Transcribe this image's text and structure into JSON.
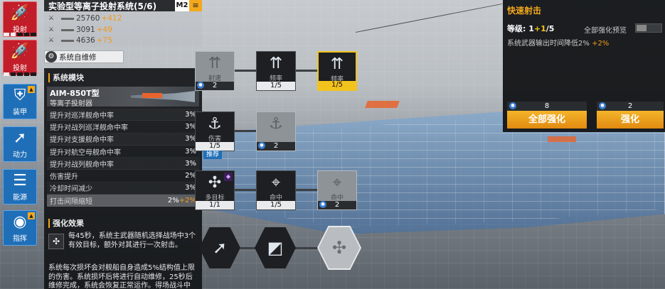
{
  "nav": {
    "items": [
      {
        "label": "投射",
        "icon": "missile-icon",
        "active": true
      },
      {
        "label": "投射",
        "icon": "missile-icon",
        "active": false
      },
      {
        "label": "装甲",
        "icon": "armor-icon",
        "active": false
      },
      {
        "label": "动力",
        "icon": "engine-icon",
        "active": false
      },
      {
        "label": "能源",
        "icon": "energy-icon",
        "active": false
      },
      {
        "label": "指挥",
        "icon": "command-icon",
        "active": false
      }
    ]
  },
  "header": {
    "title": "实验型等离子投射系统(5/6)",
    "badge": "M2"
  },
  "stats": [
    {
      "value": "25760",
      "plus": "+412"
    },
    {
      "value": "3091",
      "plus": "+49"
    },
    {
      "value": "4636",
      "plus": "+75"
    }
  ],
  "self_repair": {
    "label": "系统自维修"
  },
  "module": {
    "section_title": "系统模块",
    "name": "AIM-850T型",
    "subtitle": "等离子投射器",
    "rows": [
      {
        "label": "提升对巡洋舰命中率",
        "value": "3%",
        "plus": ""
      },
      {
        "label": "提升对战列巡洋舰命中率",
        "value": "3%",
        "plus": ""
      },
      {
        "label": "提升对支援舰命中率",
        "value": "3%",
        "plus": ""
      },
      {
        "label": "提升对航空母舰命中率",
        "value": "3%",
        "plus": ""
      },
      {
        "label": "提升对战列舰命中率",
        "value": "3%",
        "plus": ""
      },
      {
        "label": "伤害提升",
        "value": "2%",
        "plus": ""
      },
      {
        "label": "冷却时间减少",
        "value": "3%",
        "plus": ""
      },
      {
        "label": "打击间隔缩短",
        "value": "2%",
        "plus": "+2%"
      }
    ]
  },
  "effect": {
    "section_title": "强化效果",
    "text1": "每45秒，系统主武器随机选择战场中3个有效目标，额外对其进行一次射击。",
    "text2": "系统每次损坏会对舰船自身造成5%结构值上限的伤害。系统损坏后将进行自动维修，25秒后维修完成，系统会恢复正常运作。得场战斗中"
  },
  "tree": {
    "nodes": [
      {
        "label": "射速",
        "foot": "2"
      },
      {
        "label": "频率",
        "foot": "1/5"
      },
      {
        "label": "频率",
        "foot": "1/5"
      },
      {
        "label": "伤害",
        "foot": "1/5"
      },
      {
        "label": "",
        "foot": "2"
      },
      {
        "label": "多目标",
        "foot": "1/1"
      },
      {
        "label": "命中",
        "foot": "1/5"
      },
      {
        "label": "命中",
        "foot": "2"
      }
    ],
    "recommend": "推荐"
  },
  "detail": {
    "title": "快速射击",
    "level_label": "等级: 1",
    "level_plus": "+1",
    "level_max": "/5",
    "all_preview": "全部强化预览",
    "desc": "系统武器输出时间降低2%",
    "desc_plus": "+2%",
    "btn_all": {
      "cost": "8",
      "label": "全部强化"
    },
    "btn_one": {
      "cost": "2",
      "label": "强化"
    }
  },
  "colors": {
    "accent": "#f3a81d",
    "nav_red": "#c21e2a",
    "nav_blue": "#1f6fb8"
  }
}
